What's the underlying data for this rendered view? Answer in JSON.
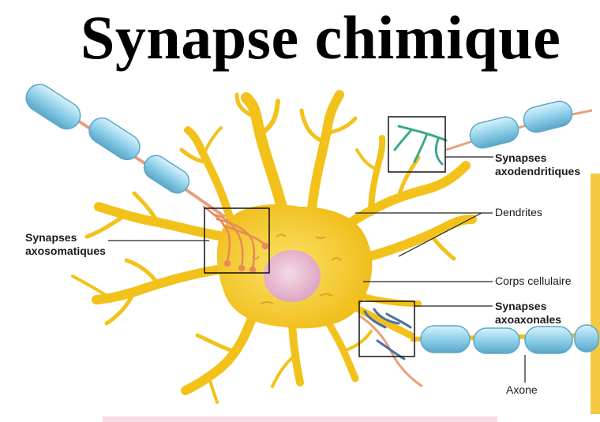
{
  "title": "Synapse chimique",
  "labels": {
    "axosomatic": {
      "line1": "Synapses",
      "line2": "axosomatiques"
    },
    "axodendritic": {
      "line1": "Synapses",
      "line2": "axodendritiques"
    },
    "dendrites": "Dendrites",
    "cell_body": "Corps cellulaire",
    "axoaxonic": {
      "line1": "Synapses",
      "line2": "axoaxonales"
    },
    "axon": "Axone"
  },
  "colors": {
    "neuron": "#f2c21b",
    "neuron_light": "#fbe26a",
    "nucleus": "#e9b8cf",
    "myelin": "#8fd0ea",
    "myelin_edge": "#5aa7c8",
    "axon_core": "#e6a07a",
    "terminal_orange": "#e8895a",
    "terminal_green": "#3aa88a",
    "terminal_blue": "#4a6fa5"
  }
}
